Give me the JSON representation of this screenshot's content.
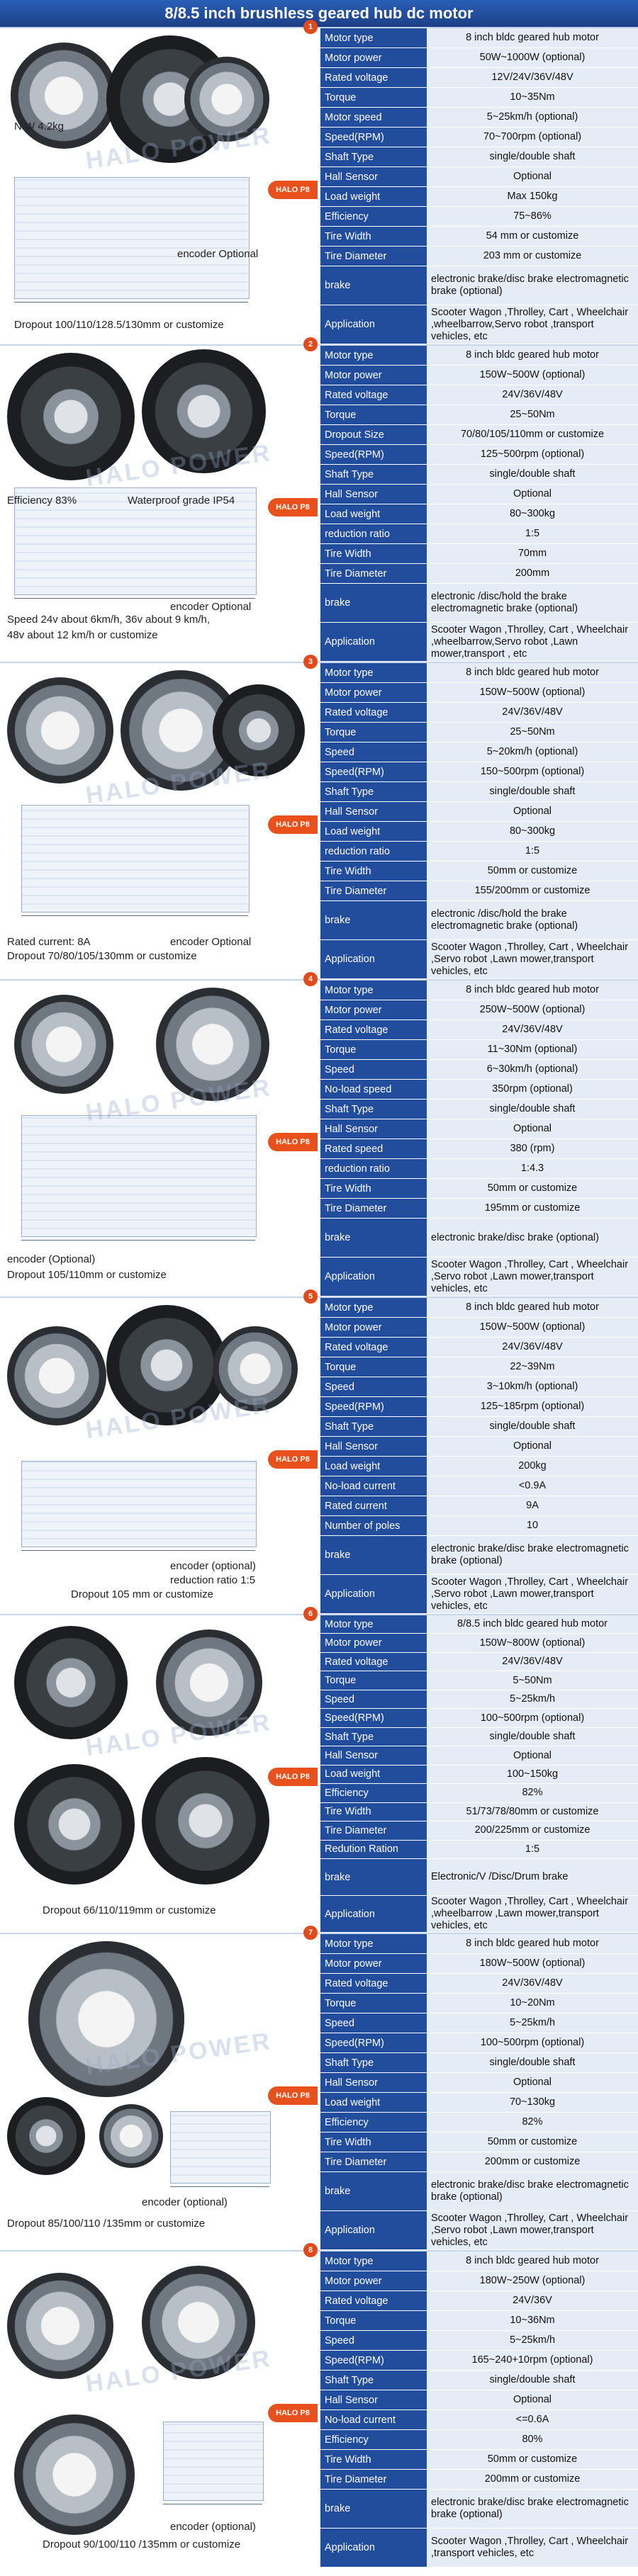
{
  "title": "8/8.5 inch brushless geared hub dc motor",
  "brand_tag": "HALO P8",
  "watermark": "HALO POWER",
  "sections": [
    {
      "num": "1",
      "captions": [
        "N.W 4.2kg",
        "encoder Optional",
        "Dropout 100/110/128.5/130mm or customize"
      ],
      "rows": [
        [
          "Motor type",
          "8 inch bldc geared hub motor"
        ],
        [
          "Motor power",
          "50W~1000W (optional)"
        ],
        [
          "Rated voltage",
          "12V/24V/36V/48V"
        ],
        [
          "Torque",
          "10~35Nm"
        ],
        [
          "Motor speed",
          "5~25km/h (optional)"
        ],
        [
          "Speed(RPM)",
          "70~700rpm (optional)"
        ],
        [
          "Shaft Type",
          "single/double shaft"
        ],
        [
          "Hall Sensor",
          "Optional"
        ],
        [
          "Load weight",
          "Max 150kg"
        ],
        [
          "Efficiency",
          "75~86%"
        ],
        [
          "Tire Width",
          "54 mm or customize"
        ],
        [
          "Tire Diameter",
          "203 mm or customize"
        ],
        [
          "brake",
          "electronic brake/disc brake electromagnetic brake (optional)"
        ],
        [
          "Application",
          "Scooter Wagon ,Throlley, Cart , Wheelchair ,wheelbarrow,Servo robot ,transport vehicles, etc"
        ]
      ]
    },
    {
      "num": "2",
      "captions": [
        "Efficiency 83%",
        "Waterproof grade IP54",
        "encoder Optional",
        "Speed 24v about 6km/h, 36v about 9 km/h,",
        "48v about 12 km/h or customize"
      ],
      "rows": [
        [
          "Motor type",
          "8 inch bldc geared hub motor"
        ],
        [
          "Motor power",
          "150W~500W (optional)"
        ],
        [
          "Rated voltage",
          "24V/36V/48V"
        ],
        [
          "Torque",
          "25~50Nm"
        ],
        [
          "Dropout Size",
          "70/80/105/110mm or customize"
        ],
        [
          "Speed(RPM)",
          "125~500rpm (optional)"
        ],
        [
          "Shaft Type",
          "single/double shaft"
        ],
        [
          "Hall Sensor",
          "Optional"
        ],
        [
          "Load weight",
          "80~300kg"
        ],
        [
          "reduction ratio",
          "1:5"
        ],
        [
          "Tire Width",
          "70mm"
        ],
        [
          "Tire Diameter",
          "200mm"
        ],
        [
          "brake",
          "electronic /disc/hold the brake electromagnetic brake (optional)"
        ],
        [
          "Application",
          "Scooter Wagon ,Throlley, Cart , Wheelchair ,wheelbarrow,Servo robot ,Lawn mower,transport , etc"
        ]
      ]
    },
    {
      "num": "3",
      "captions": [
        "Rated current: 8A",
        "encoder Optional",
        "Dropout 70/80/105/130mm or customize"
      ],
      "rows": [
        [
          "Motor type",
          "8 inch bldc geared hub motor"
        ],
        [
          "Motor power",
          "150W~500W (optional)"
        ],
        [
          "Rated voltage",
          "24V/36V/48V"
        ],
        [
          "Torque",
          "25~50Nm"
        ],
        [
          "Speed",
          "5~20km/h (optional)"
        ],
        [
          "Speed(RPM)",
          "150~500rpm (optional)"
        ],
        [
          "Shaft Type",
          "single/double shaft"
        ],
        [
          "Hall Sensor",
          "Optional"
        ],
        [
          "Load weight",
          "80~300kg"
        ],
        [
          "reduction ratio",
          "1:5"
        ],
        [
          "Tire Width",
          "50mm or customize"
        ],
        [
          "Tire Diameter",
          "155/200mm or customize"
        ],
        [
          "brake",
          "electronic /disc/hold the brake electromagnetic brake (optional)"
        ],
        [
          "Application",
          "Scooter Wagon ,Throlley, Cart , Wheelchair ,Servo robot ,Lawn mower,transport vehicles, etc"
        ]
      ]
    },
    {
      "num": "4",
      "captions": [
        "encoder (Optional)",
        "Dropout 105/110mm or customize"
      ],
      "rows": [
        [
          "Motor type",
          "8 inch bldc geared hub motor"
        ],
        [
          "Motor power",
          "250W~500W (optional)"
        ],
        [
          "Rated voltage",
          "24V/36V/48V"
        ],
        [
          "Torque",
          "11~30Nm (optional)"
        ],
        [
          "Speed",
          "6~30km/h (optional)"
        ],
        [
          "No-load speed",
          "350rpm (optional)"
        ],
        [
          "Shaft Type",
          "single/double shaft"
        ],
        [
          "Hall Sensor",
          "Optional"
        ],
        [
          "Rated speed",
          "380 (rpm)"
        ],
        [
          "reduction ratio",
          "1:4.3"
        ],
        [
          "Tire Width",
          "50mm or customize"
        ],
        [
          "Tire Diameter",
          "195mm or customize"
        ],
        [
          "brake",
          "electronic brake/disc brake (optional)"
        ],
        [
          "Application",
          "Scooter Wagon ,Throlley, Cart , Wheelchair ,Servo robot ,Lawn mower,transport vehicles, etc"
        ]
      ]
    },
    {
      "num": "5",
      "captions": [
        "encoder (optional)",
        "reduction ratio 1:5",
        "Dropout 105 mm or customize"
      ],
      "rows": [
        [
          "Motor type",
          "8 inch bldc geared hub motor"
        ],
        [
          "Motor power",
          "150W~500W (optional)"
        ],
        [
          "Rated voltage",
          "24V/36V/48V"
        ],
        [
          "Torque",
          "22~39Nm"
        ],
        [
          "Speed",
          "3~10km/h (optional)"
        ],
        [
          "Speed(RPM)",
          "125~185rpm (optional)"
        ],
        [
          "Shaft Type",
          "single/double shaft"
        ],
        [
          "Hall Sensor",
          "Optional"
        ],
        [
          "Load weight",
          "200kg"
        ],
        [
          "No-load current",
          "<0.9A"
        ],
        [
          "Rated current",
          "9A"
        ],
        [
          "Number of poles",
          "10"
        ],
        [
          "brake",
          "electronic brake/disc brake electromagnetic brake (optional)"
        ],
        [
          "Application",
          "Scooter Wagon ,Throlley, Cart , Wheelchair ,Servo robot ,Lawn mower,transport vehicles, etc"
        ]
      ]
    },
    {
      "num": "6",
      "captions": [
        "Dropout 66/110/119mm or customize"
      ],
      "rows": [
        [
          "Motor type",
          "8/8.5 inch bldc geared hub motor"
        ],
        [
          "Motor power",
          "150W~800W (optional)"
        ],
        [
          "Rated voltage",
          "24V/36V/48V"
        ],
        [
          "Torque",
          "5~50Nm"
        ],
        [
          "Speed",
          "5~25km/h"
        ],
        [
          "Speed(RPM)",
          "100~500rpm (optional)"
        ],
        [
          "Shaft Type",
          "single/double shaft"
        ],
        [
          "Hall Sensor",
          "Optional"
        ],
        [
          "Load weight",
          "100~150kg"
        ],
        [
          "Efficiency",
          "82%"
        ],
        [
          "Tire Width",
          "51/73/78/80mm or customize"
        ],
        [
          "Tire Diameter",
          "200/225mm or customize"
        ],
        [
          "Redution Ration",
          "1:5"
        ],
        [
          "brake",
          "Electronic/V /Disc/Drum brake"
        ],
        [
          "Application",
          "Scooter Wagon ,Throlley, Cart , Wheelchair ,wheelbarrow ,Lawn mower,transport vehicles, etc"
        ]
      ]
    },
    {
      "num": "7",
      "captions": [
        "encoder (optional)",
        "Dropout 85/100/110 /135mm or customize"
      ],
      "rows": [
        [
          "Motor type",
          "8 inch bldc geared hub motor"
        ],
        [
          "Motor power",
          "180W~500W (optional)"
        ],
        [
          "Rated voltage",
          "24V/36V/48V"
        ],
        [
          "Torque",
          "10~20Nm"
        ],
        [
          "Speed",
          "5~25km/h"
        ],
        [
          "Speed(RPM)",
          "100~500rpm (optional)"
        ],
        [
          "Shaft Type",
          "single/double shaft"
        ],
        [
          "Hall Sensor",
          "Optional"
        ],
        [
          "Load weight",
          "70~130kg"
        ],
        [
          "Efficiency",
          "82%"
        ],
        [
          "Tire Width",
          "50mm or customize"
        ],
        [
          "Tire Diameter",
          "200mm or customize"
        ],
        [
          "brake",
          "electronic brake/disc brake electromagnetic brake (optional)"
        ],
        [
          "Application",
          "Scooter Wagon ,Throlley, Cart , Wheelchair ,Servo robot ,Lawn mower,transport vehicles, etc"
        ]
      ]
    },
    {
      "num": "8",
      "captions": [
        "encoder (optional)",
        "Dropout 90/100/110 /135mm or customize"
      ],
      "rows": [
        [
          "Motor type",
          "8 inch bldc geared hub motor"
        ],
        [
          "Motor power",
          "180W~250W (optional)"
        ],
        [
          "Rated voltage",
          "24V/36V"
        ],
        [
          "Torque",
          "10~36Nm"
        ],
        [
          "Speed",
          "5~25km/h"
        ],
        [
          "Speed(RPM)",
          "165~240+10rpm (optional)"
        ],
        [
          "Shaft Type",
          "single/double shaft"
        ],
        [
          "Hall Sensor",
          "Optional"
        ],
        [
          "No-load current",
          "<=0.6A"
        ],
        [
          "Efficiency",
          "80%"
        ],
        [
          "Tire Width",
          "50mm or customize"
        ],
        [
          "Tire Diameter",
          "200mm or customize"
        ],
        [
          "brake",
          "electronic brake/disc brake electromagnetic brake (optional)"
        ],
        [
          "Application",
          "Scooter Wagon ,Throlley, Cart , Wheelchair ,transport vehicles, etc"
        ]
      ]
    }
  ]
}
